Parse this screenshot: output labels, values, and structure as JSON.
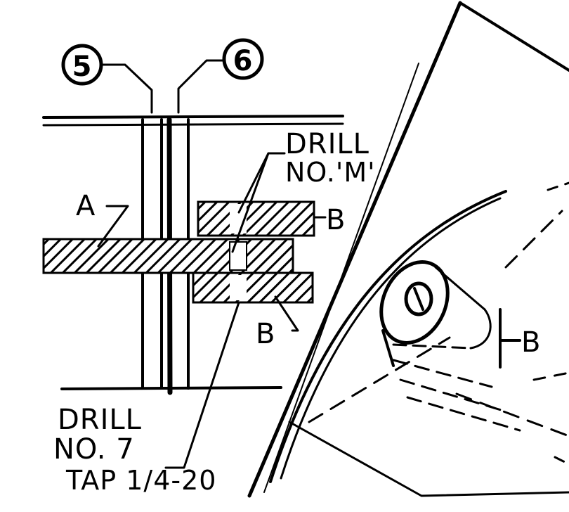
{
  "callouts": {
    "circle_5": "5",
    "circle_6": "6"
  },
  "labels": {
    "drill_m_line1": "DRILL",
    "drill_m_line2": "NO.'M'",
    "part_a": "A",
    "part_b_top": "B",
    "part_b_bottom": "B",
    "part_b_right": "B",
    "drill_7_line1": "DRILL",
    "drill_7_line2": "NO. 7",
    "drill_7_line3": "TAP 1/4-20"
  }
}
